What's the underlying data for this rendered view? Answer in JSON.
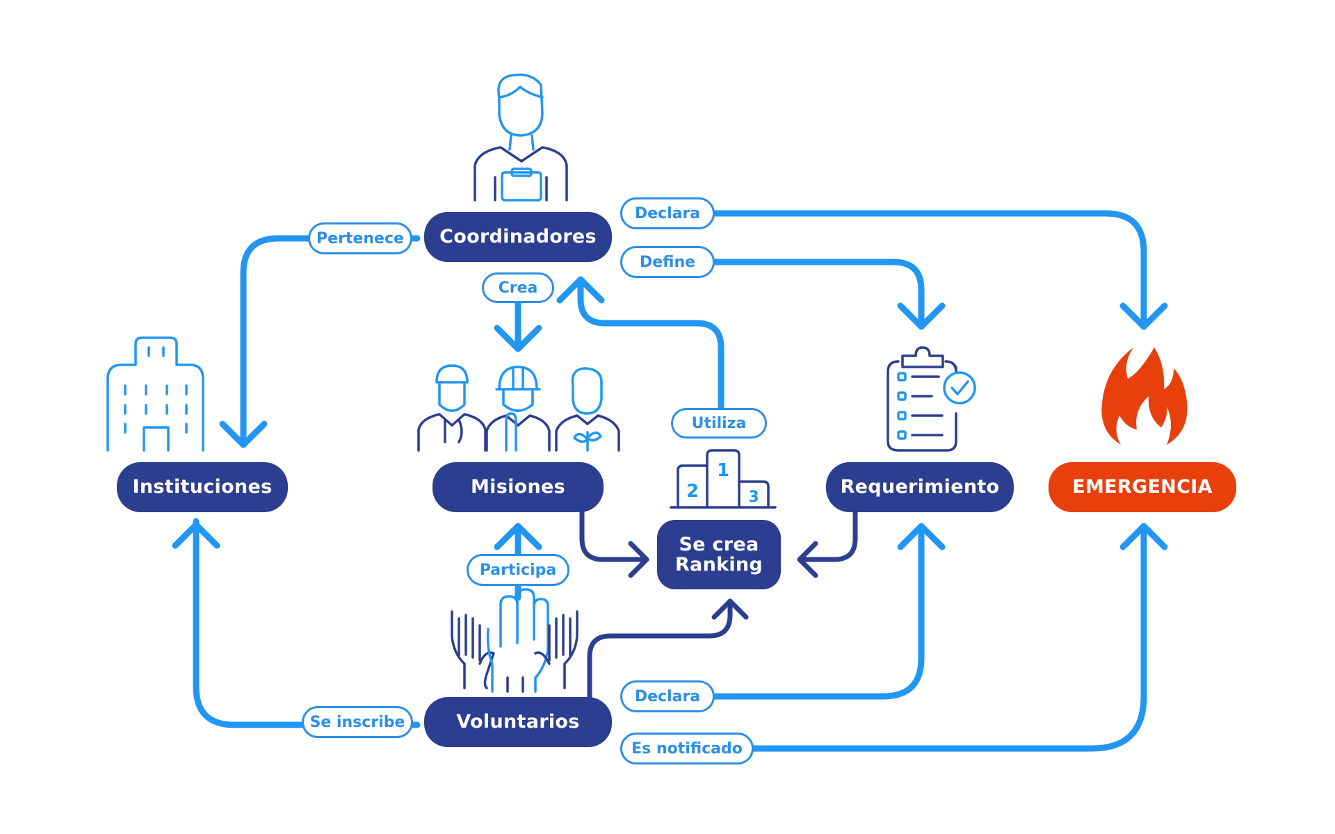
{
  "colors": {
    "flow_light": "#2196f3",
    "flow_dark": "#2c3e8f",
    "node_fill": "#2c3e8f",
    "emergency_fill": "#e8400c",
    "fire": "#e8400c",
    "label_text": "#2d8fe6",
    "background": "#ffffff"
  },
  "nodes": {
    "coordinadores": "Coordinadores",
    "instituciones": "Instituciones",
    "misiones": "Misiones",
    "voluntarios": "Voluntarios",
    "ranking_line1": "Se crea",
    "ranking_line2": "Ranking",
    "requerimiento": "Requerimiento",
    "emergencia": "EMERGENCIA"
  },
  "edge_labels": {
    "pertenece": "Pertenece",
    "crea": "Crea",
    "utiliza": "Utiliza",
    "declara_top": "Declara",
    "define": "Define",
    "participa": "Participa",
    "se_inscribe": "Se inscribe",
    "declara_bottom": "Declara",
    "es_notificado": "Es notificado"
  },
  "podium_numbers": [
    "1",
    "2",
    "3"
  ],
  "icons": [
    "coordinator-icon",
    "building-icon",
    "workers-icon",
    "podium-icon",
    "clipboard-check-icon",
    "fire-icon",
    "raised-hands-icon"
  ]
}
